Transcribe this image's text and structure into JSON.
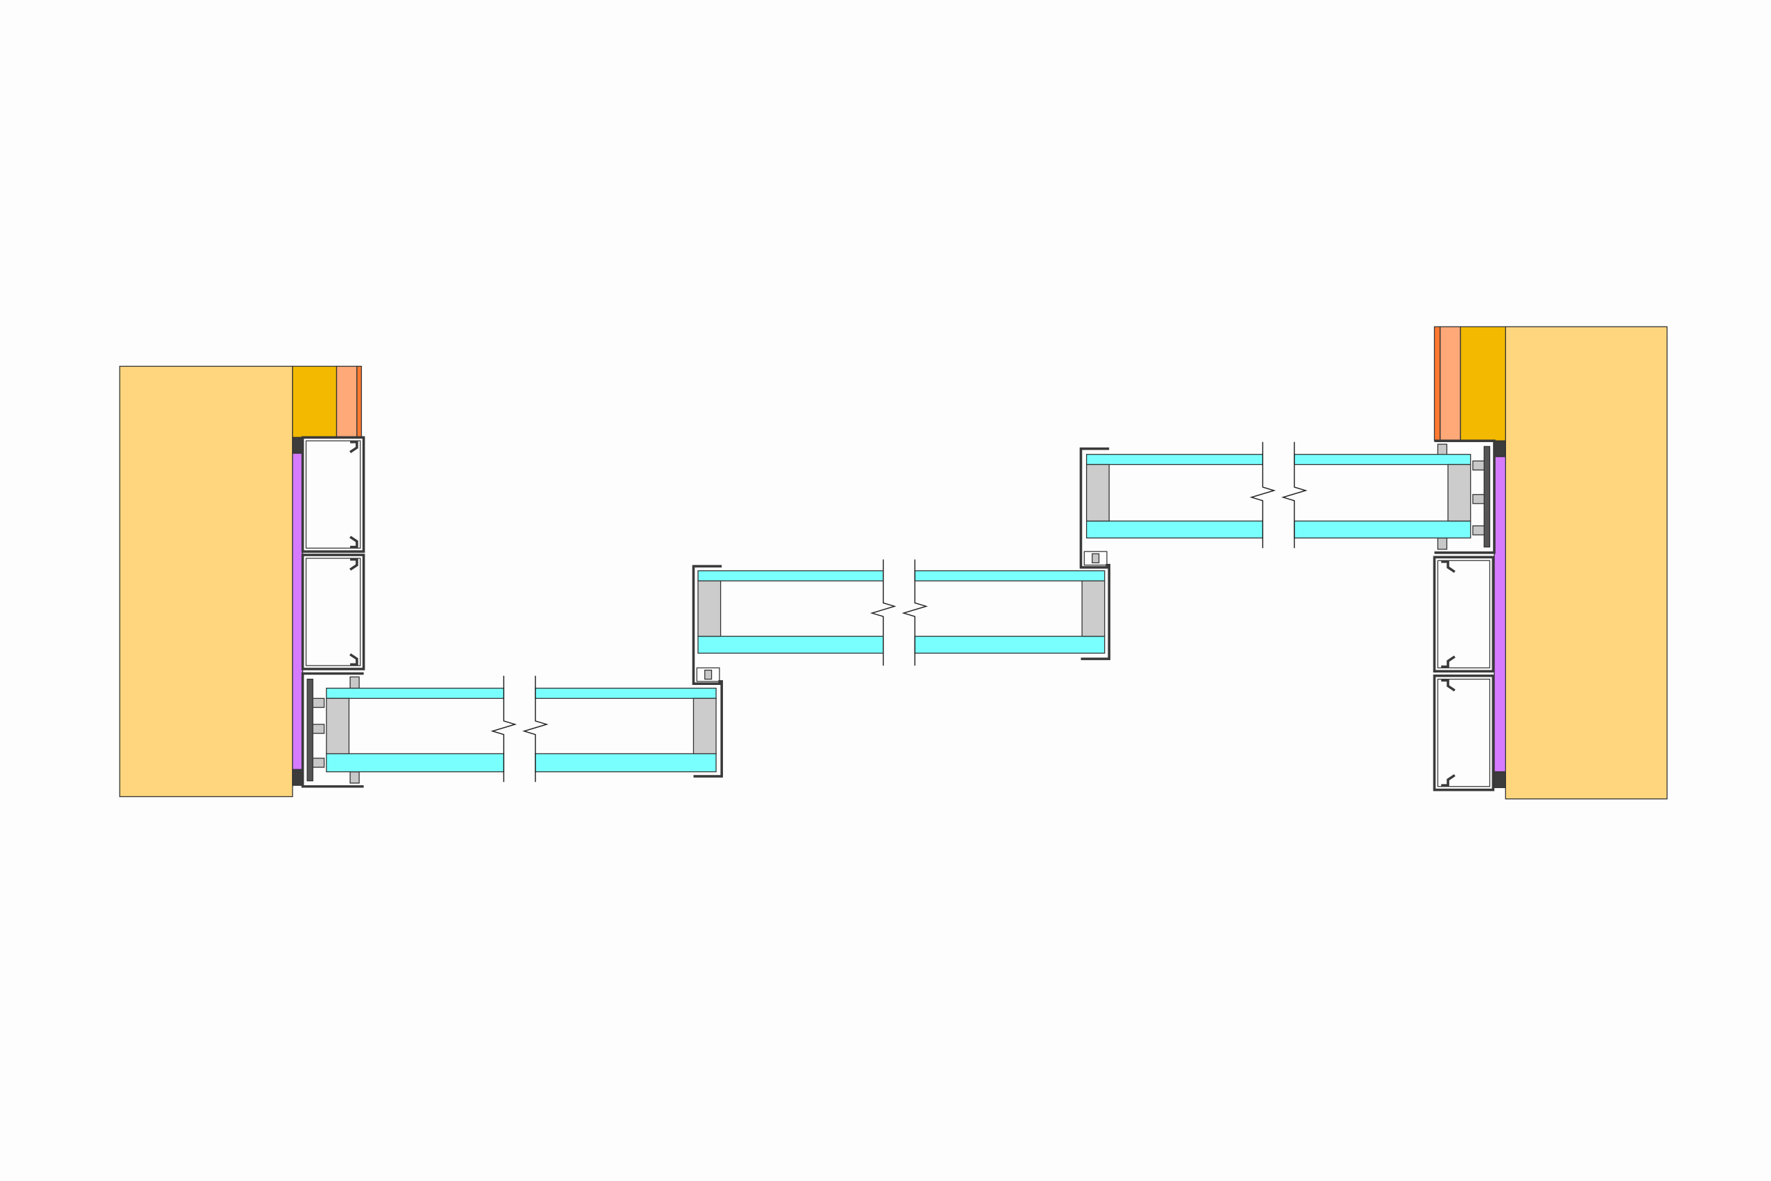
{
  "drawing": {
    "type": "section-detail",
    "colors": {
      "background": "#fdfdfd",
      "wall": "#ffd67d",
      "insulation": "#f2b900",
      "cladding": "#ffa878",
      "cladding_edge": "#ff7a30",
      "seal": "#3c3c3c",
      "membrane": "#d67bff",
      "glass": "#7affff",
      "spacer": "#cccccc",
      "gasket": "#c8c8c8",
      "profile": "#3a3a3a"
    },
    "elements": [
      "left-wall",
      "left-frame-profiles",
      "glazing-panel-1",
      "intermediate-mullion-1",
      "glazing-panel-2",
      "intermediate-mullion-2",
      "glazing-panel-3",
      "right-frame-profiles",
      "right-wall"
    ]
  }
}
